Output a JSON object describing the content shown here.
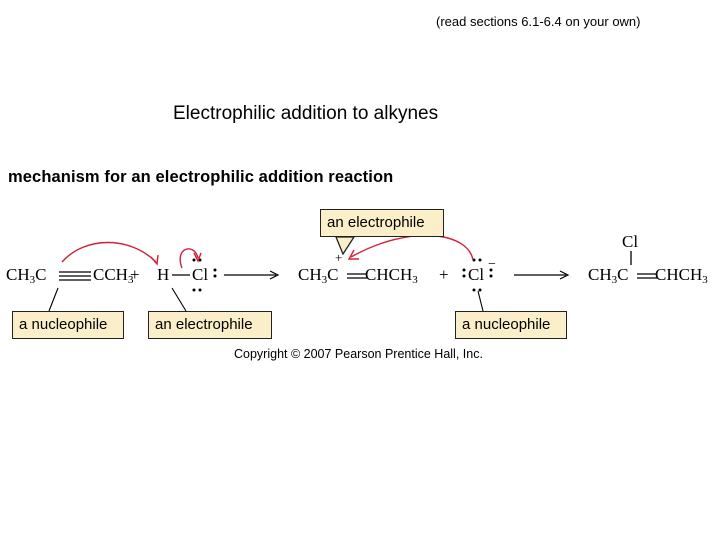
{
  "note": "(read sections 6.1-6.4 on your own)",
  "title": "Electrophilic addition to alkynes",
  "heading": "mechanism for an electrophilic addition reaction",
  "copyright": "Copyright © 2007 Pearson Prentice Hall, Inc.",
  "labels": {
    "nucleophile_1": "a nucleophile",
    "electrophile_1": "an electrophile",
    "electrophile_2": "an electrophile",
    "nucleophile_2": "a nucleophile"
  },
  "reaction": {
    "alkyne": {
      "left": "CH",
      "left_sub": "3",
      "mid": "C",
      "right": "CCH",
      "right_sub": "3"
    },
    "plus": "+",
    "hcl": {
      "h": "H",
      "cl": "Cl"
    },
    "cation": {
      "left": "CH",
      "left_sub": "3",
      "c": "C",
      "right": "CHCH",
      "right_sub": "3",
      "charge": "+"
    },
    "chloride": {
      "cl": "Cl",
      "charge": "−"
    },
    "product": {
      "cl": "Cl",
      "left": "CH",
      "left_sub": "3",
      "c": "C",
      "right": "CHCH",
      "right_sub": "3"
    }
  },
  "colors": {
    "label_fill": "#fbefc9",
    "arrow_red": "#d0203a"
  }
}
